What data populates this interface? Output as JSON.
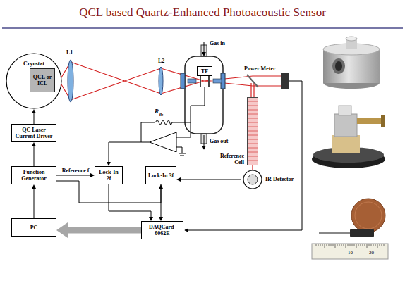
{
  "diagram": {
    "title": "QCL based Quartz-Enhanced Photoacoustic Sensor",
    "nodes": [
      {
        "text": [
          "Cryostat"
        ]
      },
      {
        "text": [
          "QCL or ICL"
        ],
        "in": 0
      },
      {
        "text": [
          "QC Laser Current Driver"
        ]
      },
      {
        "text": [
          "Function Generator"
        ]
      },
      {
        "text": [
          "PC"
        ]
      },
      {
        "text": [
          "Lock-In 2f"
        ]
      },
      {
        "text": [
          "Lock-In 3f"
        ]
      },
      {
        "text": [
          "DAQCard-6062E"
        ]
      },
      {
        "text": [
          "IR Detector"
        ]
      },
      {
        "text": [
          "Reference Cell"
        ]
      },
      {
        "text": [
          "TF"
        ]
      }
    ],
    "edges": [
      {
        "from": 2,
        "to": 0,
        "arrow": "to"
      },
      {
        "from": 3,
        "to": 2,
        "arrow": "to"
      },
      {
        "from": 4,
        "to": 3,
        "arrow": "to"
      },
      {
        "from": 3,
        "to": 5,
        "arrow": "to",
        "label": "Reference f"
      },
      {
        "from": 3,
        "to": 6,
        "arrow": "to"
      },
      {
        "from": 5,
        "to": 7,
        "arrow": "to"
      },
      {
        "from": 6,
        "to": 7,
        "arrow": "to"
      },
      {
        "from": 8,
        "to": 6,
        "arrow": "to"
      },
      {
        "from": 7,
        "to": 4,
        "arrow": "to"
      }
    ],
    "labels": [
      "L1",
      "L2",
      "Gas in",
      "Gas out",
      "R",
      "fb",
      "Power Meter",
      "10",
      "20"
    ]
  }
}
